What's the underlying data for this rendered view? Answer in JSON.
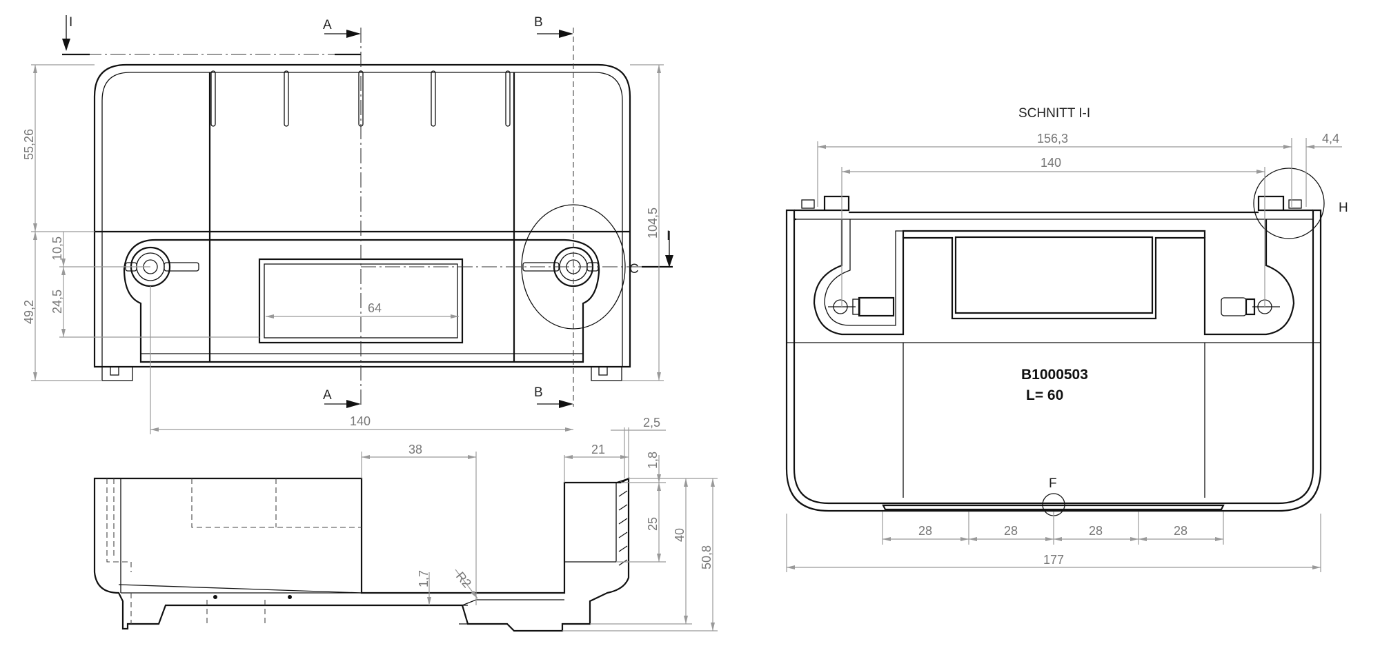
{
  "colors": {
    "outline": "#111111",
    "dimension": "#999999",
    "background": "#ffffff"
  },
  "top_view": {
    "section_labels": {
      "i_top": "I",
      "i_right": "I",
      "a_top": "A",
      "a_bottom": "A",
      "b_top": "B",
      "b_bottom": "B",
      "detail_c": "C"
    },
    "dimensions": {
      "height_upper": "55,26",
      "height_lower": "49,2",
      "offset_10_5": "10,5",
      "offset_24_5": "24,5",
      "total_height": "104,5",
      "hole_spacing": "140",
      "window_width": "64"
    }
  },
  "side_section": {
    "dimensions": {
      "d38": "38",
      "d21": "21",
      "d2_5": "2,5",
      "d1_8": "1,8",
      "d25": "25",
      "d40": "40",
      "d50_8": "50,8",
      "d1_7": "1,7",
      "r2": "R2"
    }
  },
  "section_view": {
    "title": "SCHNITT I-I",
    "part_number": "B1000503",
    "length": "L= 60",
    "detail_h": "H",
    "detail_f": "F",
    "dimensions": {
      "d156_3": "156,3",
      "d4_4": "4,4",
      "d140": "140",
      "pitch": [
        "28",
        "28",
        "28",
        "28"
      ],
      "d177": "177"
    }
  }
}
